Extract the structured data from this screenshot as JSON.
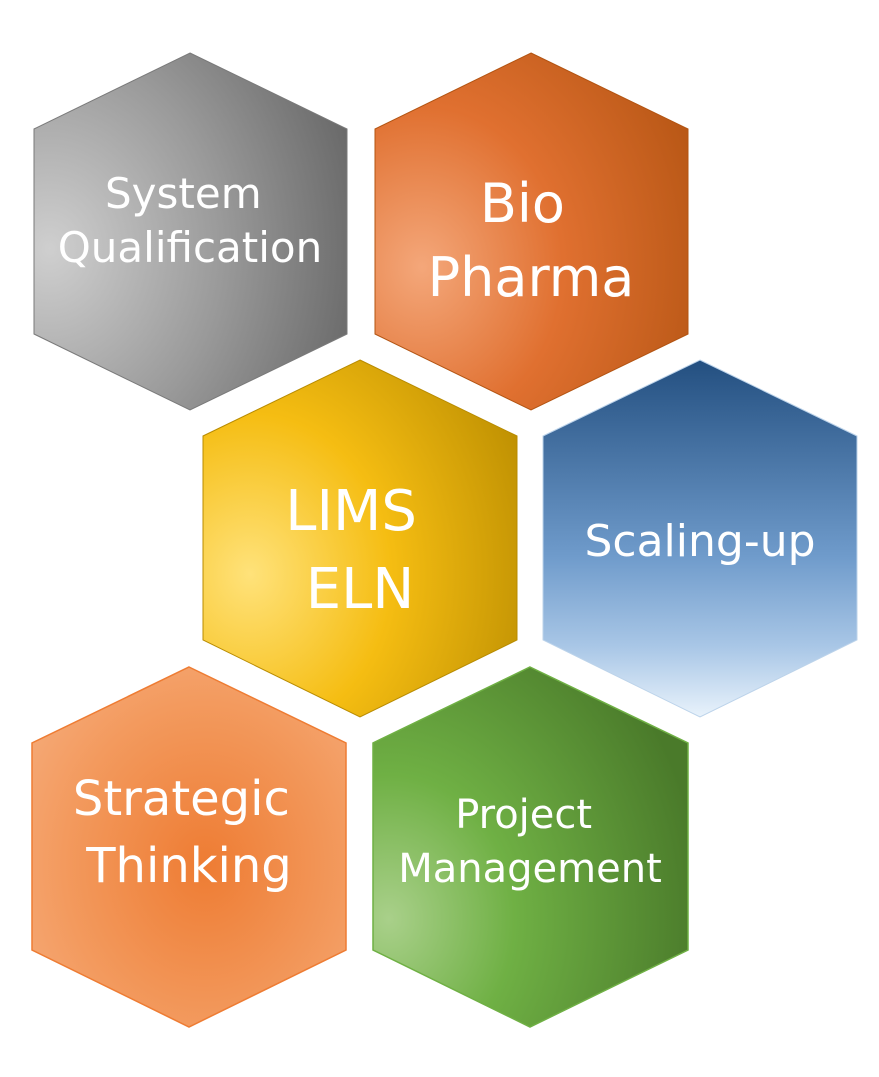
{
  "diagram": {
    "hexagons": [
      {
        "id": "system-qualification",
        "lines": [
          "System",
          "Qualification"
        ],
        "color": "#8c8c8c"
      },
      {
        "id": "bio-pharma",
        "lines": [
          "Bio",
          "Pharma"
        ],
        "color": "#d8652a"
      },
      {
        "id": "lims-eln",
        "lines": [
          "LIMS",
          "ELN"
        ],
        "color": "#e0aa00"
      },
      {
        "id": "scaling-up",
        "lines": [
          "Scaling-up"
        ],
        "color": "#4a7fb8"
      },
      {
        "id": "strategic-thinking",
        "lines": [
          "Strategic",
          "Thinking"
        ],
        "color": "#f0883f"
      },
      {
        "id": "project-management",
        "lines": [
          "Project",
          "Management"
        ],
        "color": "#62a03c"
      }
    ]
  }
}
